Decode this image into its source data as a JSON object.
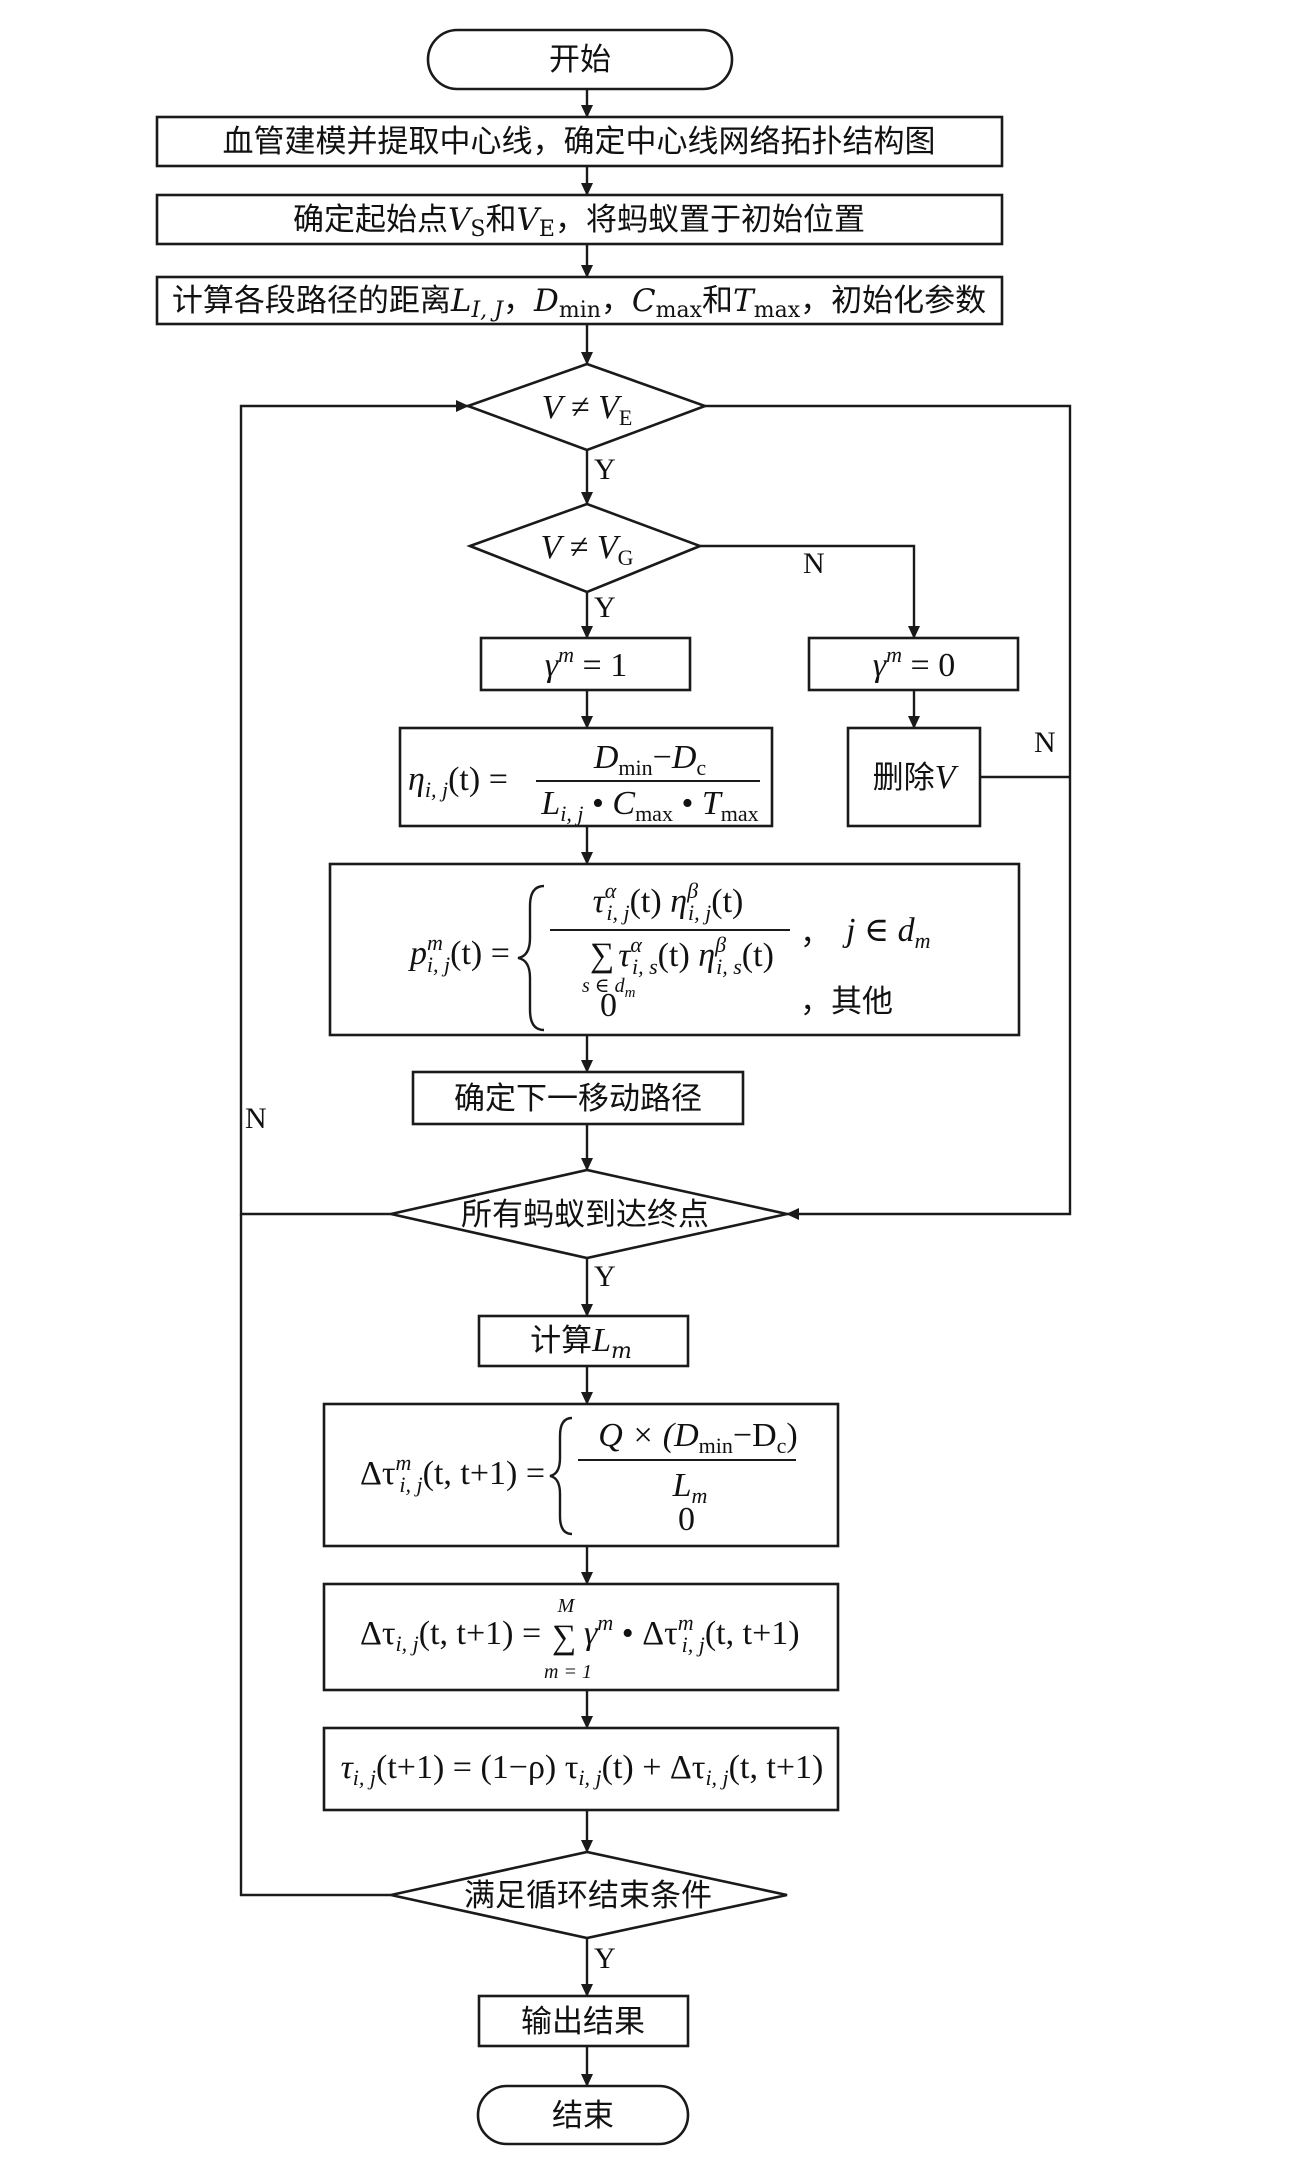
{
  "nodes": {
    "start": "开始",
    "step1": "血管建模并提取中心线，确定中心线网络拓扑结构图",
    "step2": {
      "a": "确定起始点",
      "vs": "V",
      "vs_sub": "S",
      "and": "和",
      "ve": "V",
      "ve_sub": "E",
      "b": "，将蚂蚁置于初始位置"
    },
    "step3": {
      "a": "计算各段路径的距离",
      "L": "L",
      "L_sub": "I, J",
      "sep1": "，",
      "D": "D",
      "D_sub": "min",
      "sep2": "，",
      "C": "C",
      "C_sub": "max",
      "and": "和",
      "T": "T",
      "T_sub": "max",
      "b": "，初始化参数"
    },
    "cond_ve": {
      "v": "V",
      "neq": " ≠ ",
      "ve": "V",
      "ve_sub": "E"
    },
    "cond_vg": {
      "v": "V",
      "neq": " ≠ ",
      "vg": "V",
      "vg_sub": "G"
    },
    "gamma1": {
      "g": "γ",
      "sup": "m",
      "eq": " = 1"
    },
    "gamma0": {
      "g": "γ",
      "sup": "m",
      "eq": " = 0"
    },
    "delete_v": {
      "a": "删除",
      "v": "V"
    },
    "eta": {
      "lhs": "η",
      "lhs_sub": "i, j",
      "lhs_t": "(t) =",
      "num_a": "D",
      "num_a_sub": "min",
      "num_minus": "−",
      "num_b": "D",
      "num_b_sub": "c",
      "den_a": "L",
      "den_a_sub": "i, j",
      "dot": " • ",
      "den_b": "C",
      "den_b_sub": "max",
      "den_c": "T",
      "den_c_sub": "max"
    },
    "prob": {
      "lhs": "p",
      "lhs_sup": "m",
      "lhs_sub": "i, j",
      "lhs_t": "(t) =",
      "num_tau": "τ",
      "num_tau_sup": "α",
      "num_tau_sub": "i, j",
      "num_t1": "(t) ",
      "num_eta": "η",
      "num_eta_sup": "β",
      "num_eta_sub": "i, j",
      "num_t2": "(t)",
      "den_sum": "∑",
      "den_sum_sub": "s ∈ d",
      "den_sum_sub_m": "m",
      "den_tau_sub": "i, s",
      "den_eta_sub": "i, s",
      "case1": "j ∈ d",
      "case1_sub": "m",
      "comma": "，",
      "zero": "0",
      "case2": "，其他"
    },
    "next_path": "确定下一移动路径",
    "all_arrive": "所有蚂蚁到达终点",
    "calc_lm": {
      "a": "计算",
      "L": "L",
      "L_sub": "m"
    },
    "delta_m": {
      "lhs": "Δτ",
      "lhs_sup": "m",
      "lhs_sub": "i, j",
      "lhs_t": "(t, t+1) =",
      "num": "Q × (D",
      "num_sub": "min",
      "num_minus": "−D",
      "num_sub2": "c",
      "num_end": ")",
      "den": "L",
      "den_sub": "m",
      "zero": "0"
    },
    "delta_sum": {
      "lhs": "Δτ",
      "lhs_sub": "i, j",
      "lhs_t": "(t, t+1) =",
      "sum": "∑",
      "sum_top": "M",
      "sum_bot": "m = 1",
      "g": " γ",
      "g_sup": "m",
      "dot": " • Δτ",
      "d_sup": "m",
      "d_sub": "i, j",
      "d_t": "(t, t+1)"
    },
    "update": {
      "tau": "τ",
      "tau_sub": "i, j",
      "t1": "(t+1) = (1−ρ) τ",
      "tau2_sub": "i, j",
      "t2": "(t) + Δτ",
      "tau3_sub": "i, j",
      "t3": "(t, t+1)"
    },
    "loop_end": "满足循环结束条件",
    "output": "输出结果",
    "end": "结束"
  },
  "labels": {
    "yes": "Y",
    "no": "N"
  }
}
